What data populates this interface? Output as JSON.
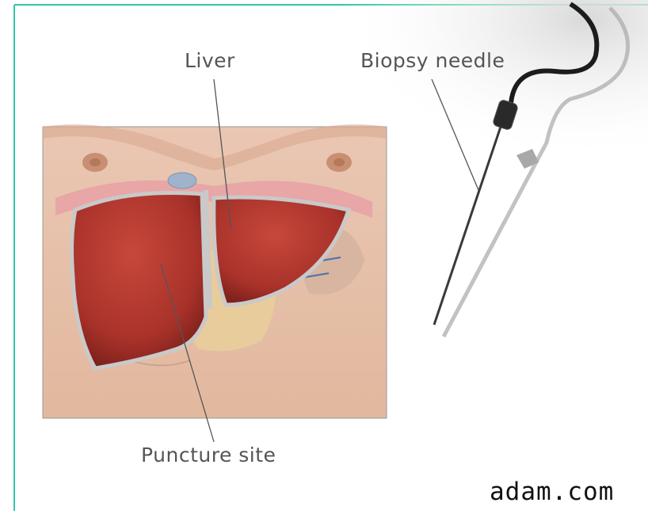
{
  "labels": {
    "liver": "Liver",
    "biopsy_needle": "Biopsy needle",
    "puncture_site": "Puncture site"
  },
  "watermark": "adam.com",
  "colors": {
    "frame_border": "#2ec9a5",
    "liver": "#a8322a",
    "skin": "#e6bfa6",
    "needle_cable": "#1c1c1c"
  }
}
